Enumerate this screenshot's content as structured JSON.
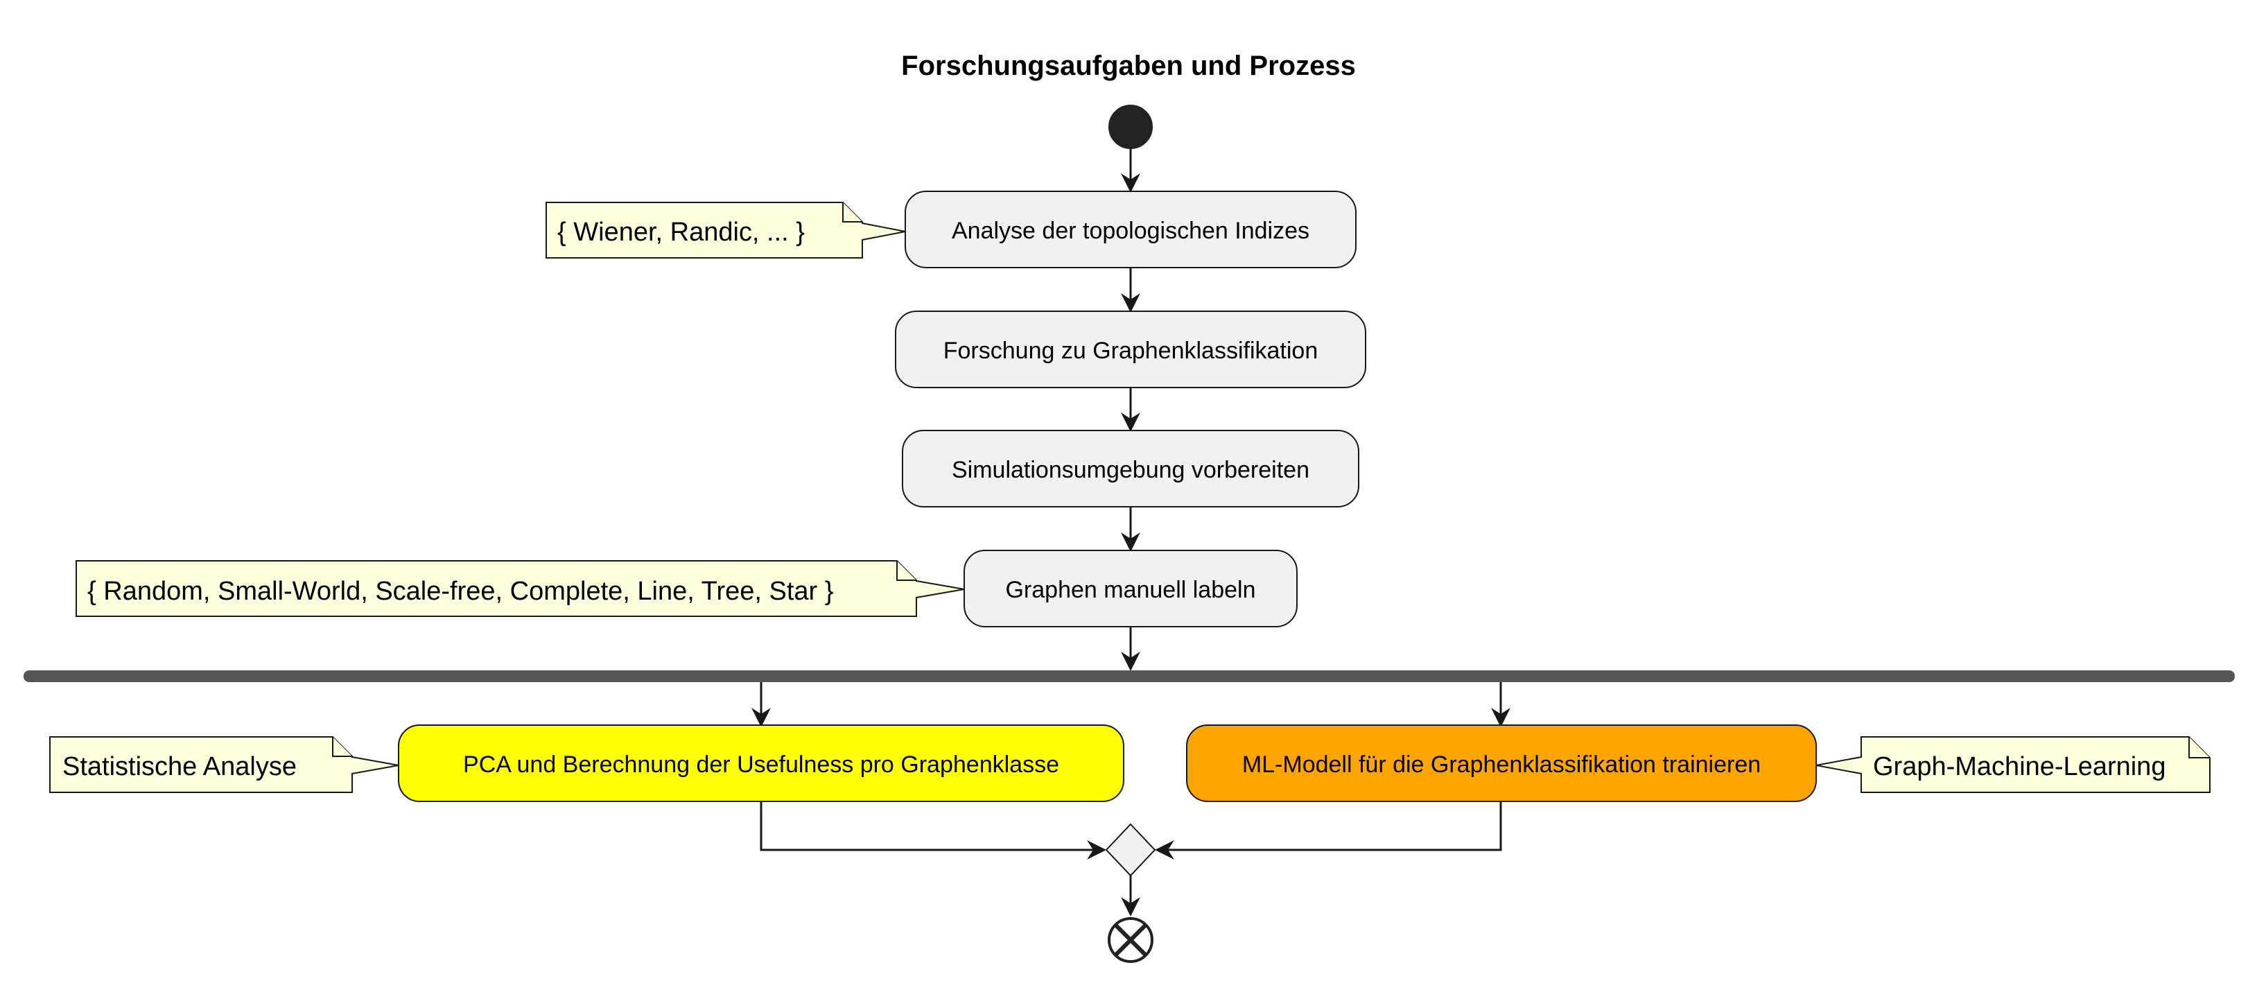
{
  "title": "Forschungsaufgaben und Prozess",
  "colors": {
    "activity_default": "#F1F1F1",
    "activity_pca": "#FFFF00",
    "activity_ml": "#FFA500",
    "note_fill": "#FEFFDD",
    "stroke": "#181818",
    "fork_bar": "#555555"
  },
  "activities": {
    "topo": "Analyse der topologischen Indizes",
    "classification_research": "Forschung zu Graphenklassifikation",
    "simulation": "Simulationsumgebung vorbereiten",
    "labeling": "Graphen manuell labeln",
    "pca": "PCA und Berechnung der Usefulness pro Graphenklasse",
    "ml": "ML-Modell für die Graphenklassifikation trainieren"
  },
  "notes": {
    "indices": "{ Wiener, Randic, ... }",
    "graph_types": "{ Random, Small-World, Scale-free, Complete, Line, Tree, Star }",
    "statistics": "Statistische Analyse",
    "graph_ml": "Graph-Machine-Learning"
  }
}
